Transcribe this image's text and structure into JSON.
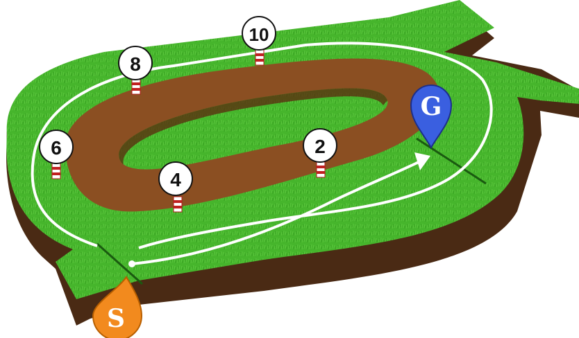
{
  "colors": {
    "turf": "#46b52c",
    "turf_dark": "#2f8f1d",
    "soil": "#4a2a14",
    "dirt": "#8b4f22",
    "dirt_dark": "#5a3010",
    "route": "#ffffff",
    "start_pin": "#f28a1e",
    "goal_pin": "#3a5fe0"
  },
  "markers": {
    "m2": "2",
    "m4": "4",
    "m6": "6",
    "m8": "8",
    "m10": "10"
  },
  "start": {
    "label": "S"
  },
  "goal": {
    "label": "G"
  }
}
